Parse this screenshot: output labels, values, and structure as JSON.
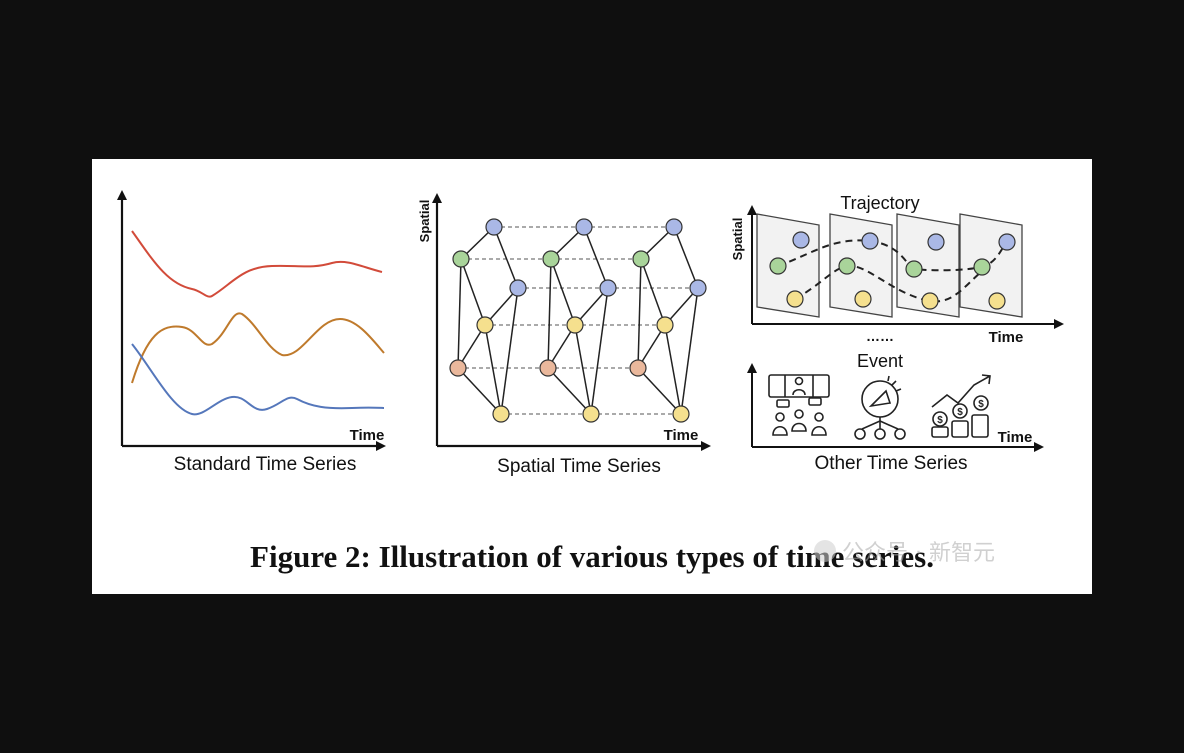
{
  "panels": {
    "standard": {
      "caption": "Standard Time Series",
      "x_axis_label": "Time"
    },
    "spatial": {
      "caption": "Spatial Time Series",
      "x_axis_label": "Time",
      "y_axis_label": "Spatial"
    },
    "other": {
      "caption": "Other Time Series",
      "trajectory_title": "Trajectory",
      "trajectory_y_label": "Spatial",
      "trajectory_x_label": "Time",
      "dots": "……",
      "event_title": "Event",
      "event_x_label": "Time",
      "icons": [
        "meeting-icon",
        "broadcast-network-icon",
        "money-growth-icon"
      ]
    }
  },
  "figure_caption": "Figure 2: Illustration of various types of time series.",
  "watermark": {
    "text": "公众号 · 新智元"
  },
  "colors": {
    "red_series": "#d24b3a",
    "orange_series": "#bf7a2c",
    "blue_series": "#5577bb",
    "node_blue": "#aab8e6",
    "node_green": "#a9d49a",
    "node_yellow": "#f5e08e",
    "node_salmon": "#eab89c",
    "background_outer": "#0f0f0f"
  }
}
